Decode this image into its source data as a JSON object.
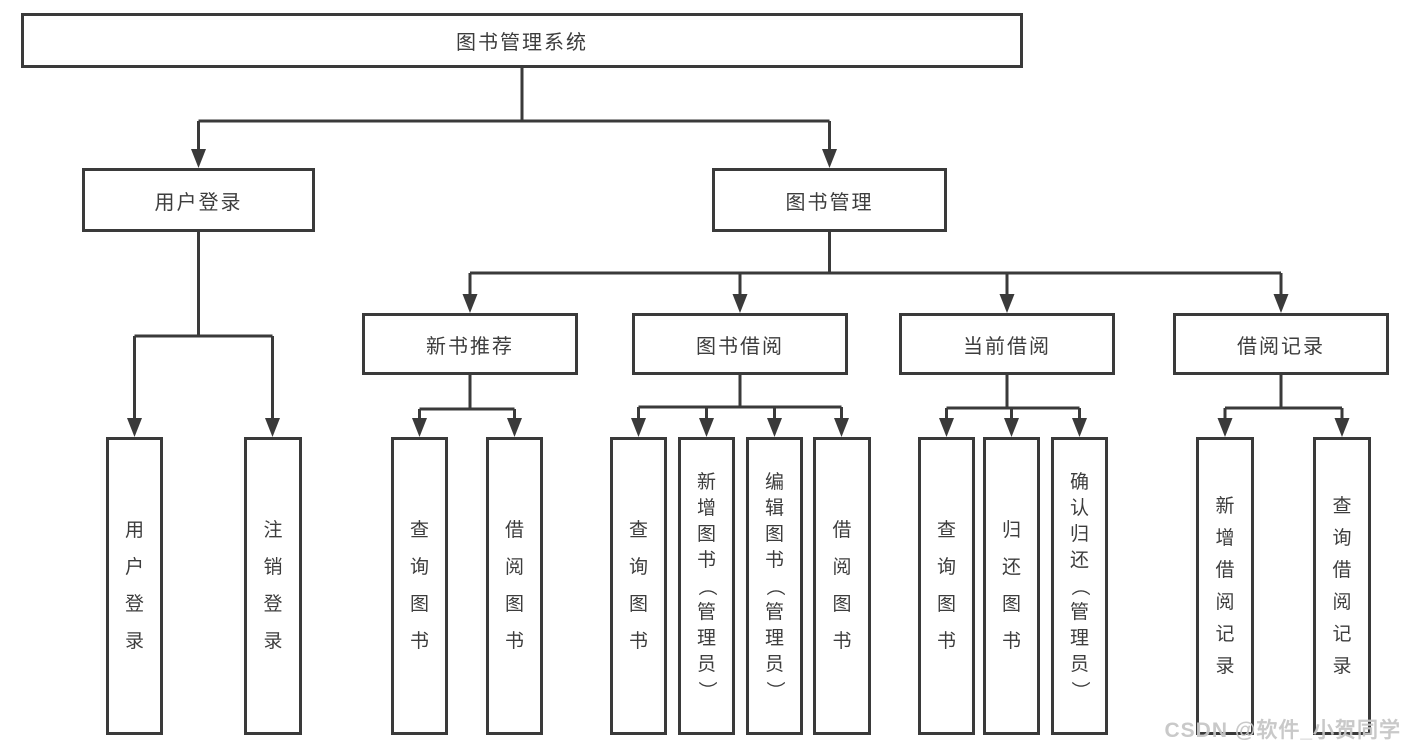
{
  "title": "图书管理系统",
  "tree": {
    "label": "图书管理系统",
    "children": [
      {
        "label": "用户登录",
        "children": [
          {
            "label": "用户登录"
          },
          {
            "label": "注销登录"
          }
        ]
      },
      {
        "label": "图书管理",
        "children": [
          {
            "label": "新书推荐",
            "children": [
              {
                "label": "查询图书"
              },
              {
                "label": "借阅图书"
              }
            ]
          },
          {
            "label": "图书借阅",
            "children": [
              {
                "label": "查询图书"
              },
              {
                "label": "新增图书（管理员）"
              },
              {
                "label": "编辑图书（管理员）"
              },
              {
                "label": "借阅图书"
              }
            ]
          },
          {
            "label": "当前借阅",
            "children": [
              {
                "label": "查询图书"
              },
              {
                "label": "归还图书"
              },
              {
                "label": "确认归还（管理员）"
              }
            ]
          },
          {
            "label": "借阅记录",
            "children": [
              {
                "label": "新增借阅记录"
              },
              {
                "label": "查询借阅记录"
              }
            ]
          }
        ]
      }
    ]
  },
  "watermark": "CSDN @软件_小贺同学",
  "colors": {
    "line": "#3a3a3a",
    "box_border": "#3a3a3a",
    "text": "#3d3d3d",
    "background": "#ffffff",
    "watermark": "#c6c6c6"
  }
}
